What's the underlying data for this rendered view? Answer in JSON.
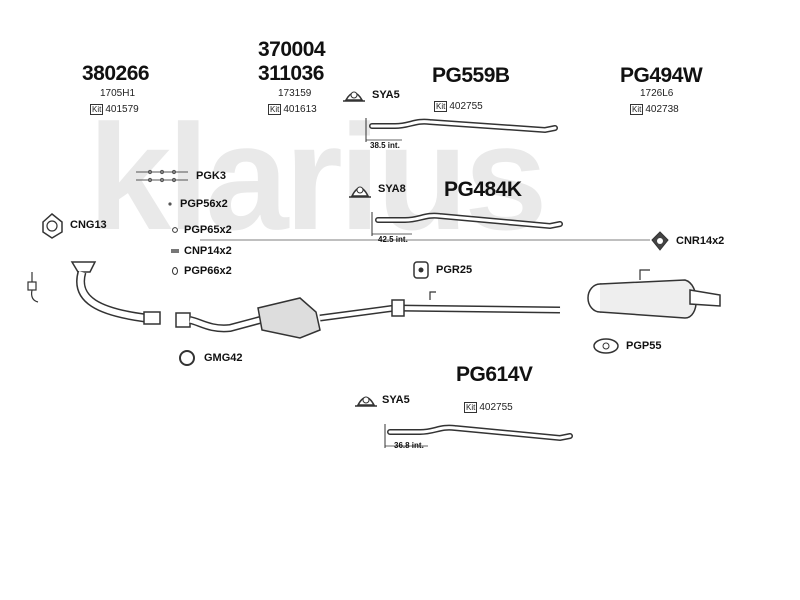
{
  "watermark": "klarius",
  "kit_badge": "Kit",
  "groups": {
    "g1": {
      "code": "380266",
      "sub": "1705H1",
      "kit": "401579"
    },
    "g2": {
      "code_top": "370004",
      "code": "311036",
      "sub": "173159",
      "kit": "401613"
    },
    "g3": {
      "code": "PG559B",
      "kit": "402755"
    },
    "g4": {
      "code": "PG494W",
      "sub": "1726L6",
      "kit": "402738"
    },
    "g5": {
      "code": "PG484K"
    },
    "g6": {
      "code": "PG614V",
      "kit": "402755"
    }
  },
  "parts": {
    "sya5_top": "SYA5",
    "sya8": "SYA8",
    "sya5_bottom": "SYA5",
    "pgk3": "PGK3",
    "pgp56": "PGP56x2",
    "pgp65": "PGP65x2",
    "cnp14": "CNP14x2",
    "pgp66": "PGP66x2",
    "cng13": "CNG13",
    "cnr14": "CNR14x2",
    "pgr25": "PGR25",
    "gmg42": "GMG42",
    "pgp55": "PGP55"
  },
  "measures": {
    "m1": "38.5 int.",
    "m2": "42.5 int.",
    "m3": "36.8 int."
  }
}
